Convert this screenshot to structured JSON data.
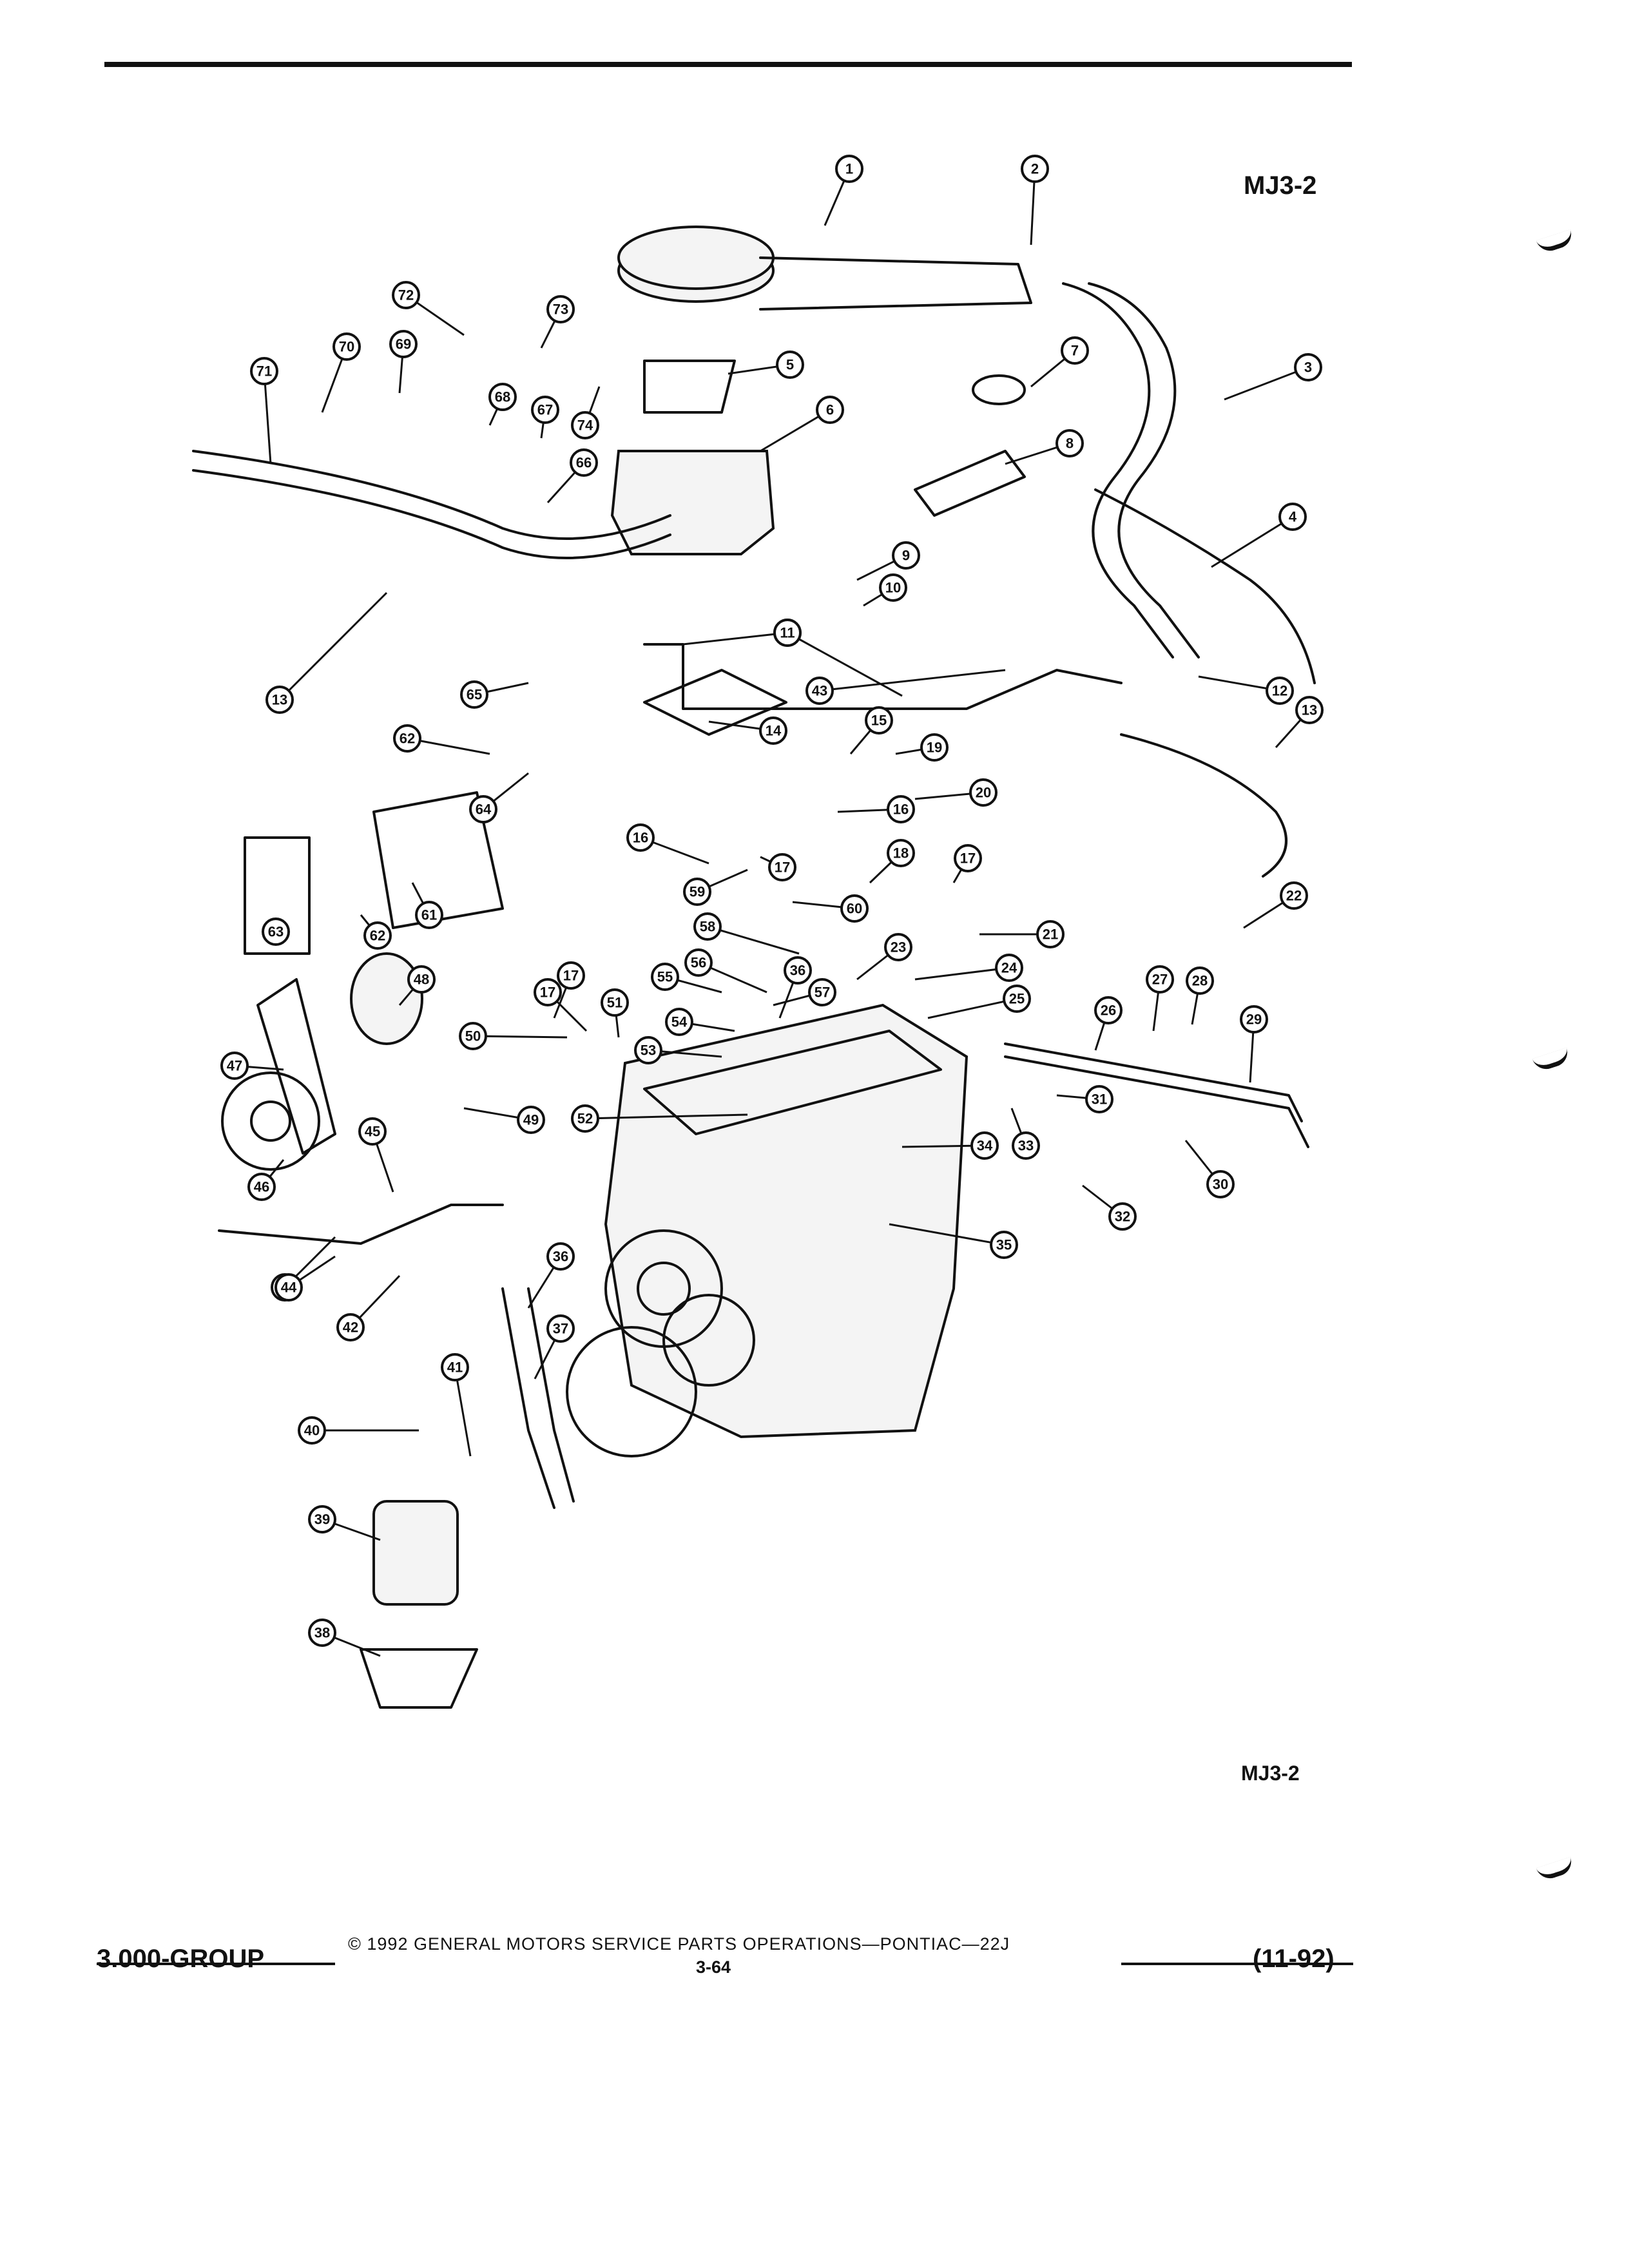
{
  "figure_id": "MJ3-2",
  "figure_id_bottom": "MJ3-2",
  "callouts": [
    "1",
    "2",
    "3",
    "4",
    "5",
    "6",
    "7",
    "8",
    "9",
    "10",
    "11",
    "11",
    "12",
    "13",
    "13",
    "14",
    "15",
    "16",
    "16",
    "17",
    "17",
    "17",
    "17",
    "18",
    "19",
    "20",
    "21",
    "22",
    "23",
    "24",
    "25",
    "26",
    "27",
    "28",
    "29",
    "30",
    "31",
    "32",
    "33",
    "34",
    "35",
    "36",
    "36",
    "37",
    "38",
    "39",
    "40",
    "41",
    "42",
    "43",
    "43",
    "44",
    "45",
    "46",
    "47",
    "48",
    "49",
    "50",
    "51",
    "52",
    "53",
    "54",
    "55",
    "56",
    "57",
    "58",
    "59",
    "60",
    "61",
    "62",
    "62",
    "63",
    "64",
    "65",
    "66",
    "67",
    "68",
    "69",
    "70",
    "71",
    "72",
    "73",
    "74"
  ],
  "footer": {
    "group": "3.000-GROUP",
    "copyright": "© 1992 GENERAL MOTORS SERVICE PARTS OPERATIONS—PONTIAC—22J",
    "page": "3-64",
    "date": "(11-92)"
  }
}
